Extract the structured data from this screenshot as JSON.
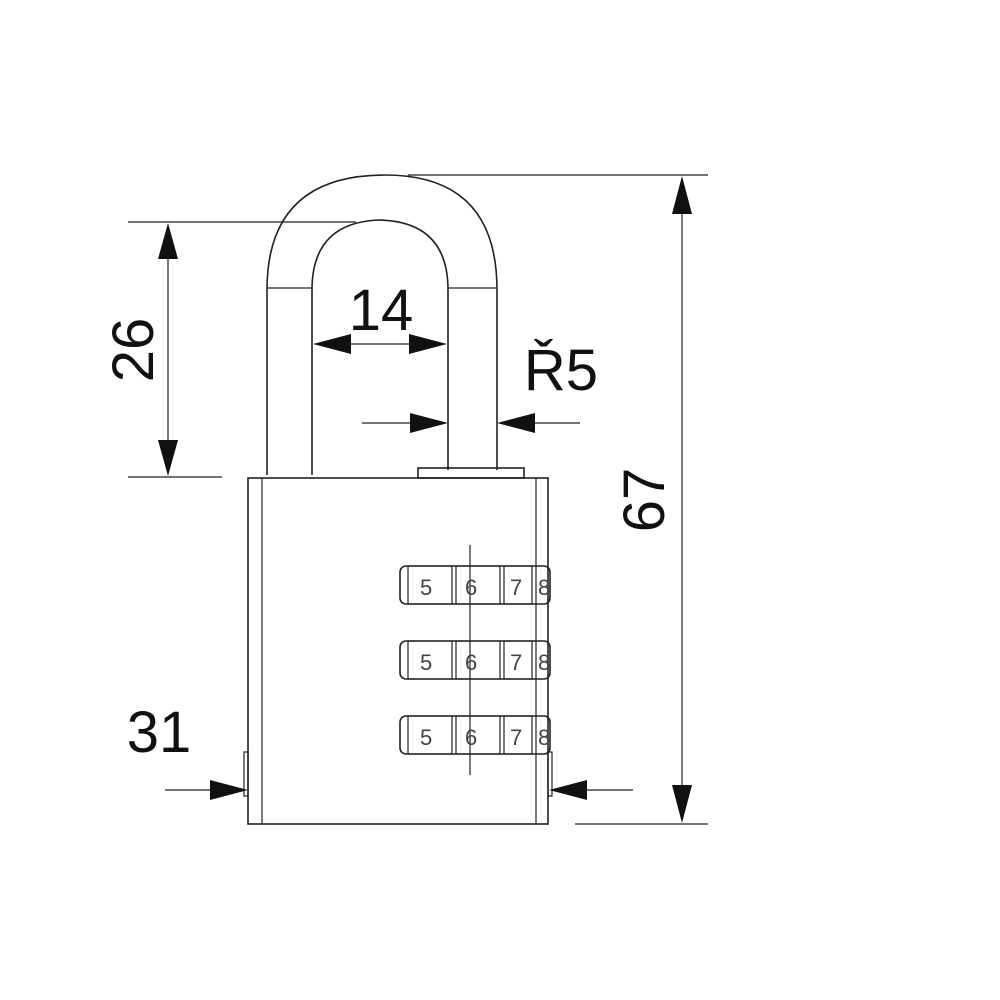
{
  "dimensions": {
    "total_height": "67",
    "shackle_height": "26",
    "shackle_inner_width": "14",
    "shackle_radius": "Ř5",
    "body_width": "31"
  },
  "dials": [
    [
      "5",
      "6",
      "7",
      "8"
    ],
    [
      "5",
      "6",
      "7",
      "8"
    ],
    [
      "5",
      "6",
      "7",
      "8"
    ]
  ],
  "colors": {
    "line": "#222222",
    "background": "#ffffff"
  }
}
